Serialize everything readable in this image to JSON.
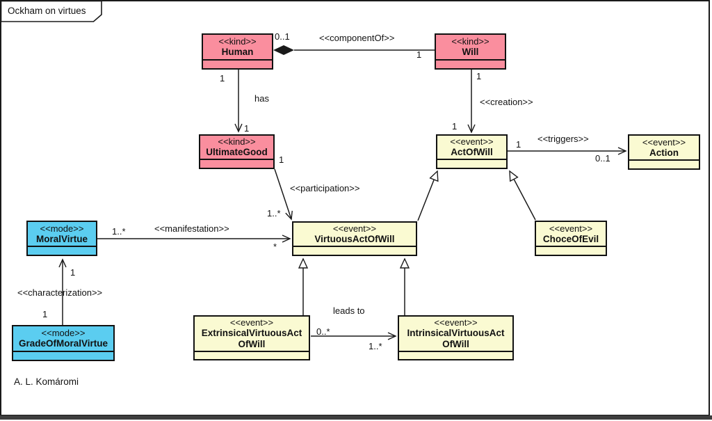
{
  "diagram": {
    "title": "Ockham on virtues",
    "signature": "A. L. Komáromi"
  },
  "colors": {
    "kind_fill": "#FA8E9E",
    "event_fill": "#FAFAD2",
    "mode_fill": "#5BCDF0",
    "line": "#1a1a1a",
    "background": "#ffffff"
  },
  "classes": {
    "human": {
      "stereotype": "<<kind>>",
      "name": "Human"
    },
    "will": {
      "stereotype": "<<kind>>",
      "name": "Will"
    },
    "ultimate_good": {
      "stereotype": "<<kind>>",
      "name": "UltimateGood"
    },
    "act_of_will": {
      "stereotype": "<<event>>",
      "name": "ActOfWill"
    },
    "action": {
      "stereotype": "<<event>>",
      "name": "Action"
    },
    "virtuous_act_of_will": {
      "stereotype": "<<event>>",
      "name": "VirtuousActOfWill"
    },
    "choce_of_evil": {
      "stereotype": "<<event>>",
      "name": "ChoceOfEvil"
    },
    "moral_virtue": {
      "stereotype": "<<mode>>",
      "name": "MoralVirtue"
    },
    "grade_of_moral_virtue": {
      "stereotype": "<<mode>>",
      "name": "GradeOfMoralVirtue"
    },
    "extrinsical_virtuous_act_of_will": {
      "stereotype": "<<event>>",
      "name": "ExtrinsicalVirtuousAct\nOfWill"
    },
    "intrinsical_virtuous_act_of_will": {
      "stereotype": "<<event>>",
      "name": "IntrinsicalVirtuousAct\nOfWill"
    }
  },
  "associations": {
    "component_of": {
      "label": "<<componentOf>>",
      "source_mult": "0..1",
      "target_mult": "1"
    },
    "has": {
      "label": "has",
      "source_mult": "1",
      "target_mult": "1"
    },
    "creation": {
      "label": "<<creation>>",
      "source_mult": "1",
      "target_mult": "1"
    },
    "triggers": {
      "label": "<<triggers>>",
      "source_mult": "1",
      "target_mult": "0..1"
    },
    "participation": {
      "label": "<<participation>>",
      "source_mult": "1",
      "target_mult": "1..*"
    },
    "manifestation": {
      "label": "<<manifestation>>",
      "source_mult": "1..*",
      "target_mult": "*"
    },
    "characterization": {
      "label": "<<characterization>>",
      "source_mult": "1",
      "target_mult": "1"
    },
    "leads_to": {
      "label": "leads to",
      "source_mult": "0..*",
      "target_mult": "1..*"
    }
  }
}
